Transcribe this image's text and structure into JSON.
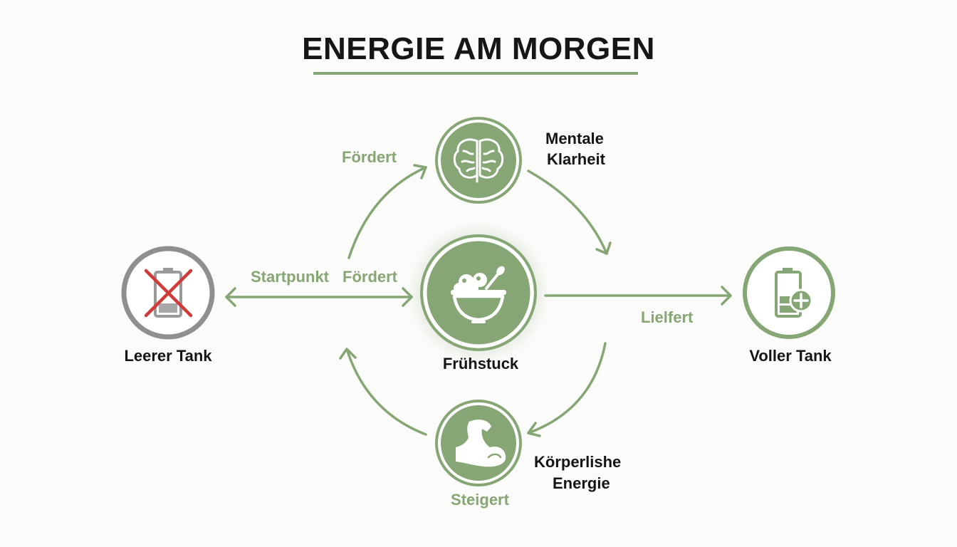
{
  "title": "ENERGIE AM MORGEN",
  "colors": {
    "accent": "#86a675",
    "accent_dark": "#7b9b6a",
    "neutral": "#8c8c8c",
    "warning": "#d23a3a",
    "text": "#151515"
  },
  "nodes": {
    "empty_tank": {
      "label": "Leerer Tank",
      "icon": "battery-empty-crossed-icon"
    },
    "full_tank": {
      "label": "Voller Tank",
      "icon": "battery-full-plus-icon"
    },
    "breakfast": {
      "label": "Frühstuck",
      "icon": "bowl-icon"
    },
    "mental": {
      "label_line1": "Mentale",
      "label_line2": "Klarheit",
      "icon": "brain-icon"
    },
    "physical": {
      "label_line1": "Körperlishe",
      "label_line2": "Energie",
      "icon": "flexed-arm-icon"
    }
  },
  "edges": {
    "startpunkt": "Startpunkt",
    "foerdert_center": "Fördert",
    "foerdert_top": "Fördert",
    "liefert": "Lielfert",
    "steigert": "Steigert"
  }
}
